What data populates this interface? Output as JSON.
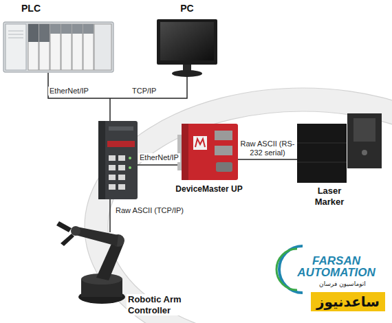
{
  "diagram": {
    "nodes": [
      {
        "text": [
          "PLC"
        ]
      },
      {
        "text": [
          "PC"
        ]
      },
      {
        "text": [
          "DeviceMaster UP"
        ]
      },
      {
        "text": [
          "Laser Marker"
        ]
      },
      {
        "text": [
          "Robotic Arm Controller"
        ]
      }
    ],
    "edges": [
      {
        "from": 2,
        "to": 3,
        "label": "Raw ASCII (RS-232 serial)",
        "arrow": "none"
      }
    ],
    "labels": [
      "EtherNet/IP",
      "TCP/IP",
      "EtherNet/IP",
      "Raw ASCII (TCP/IP)",
      "FARSAN AUTOMATION",
      "اتوماسیون فرسان",
      "ساعدنیوز"
    ]
  }
}
